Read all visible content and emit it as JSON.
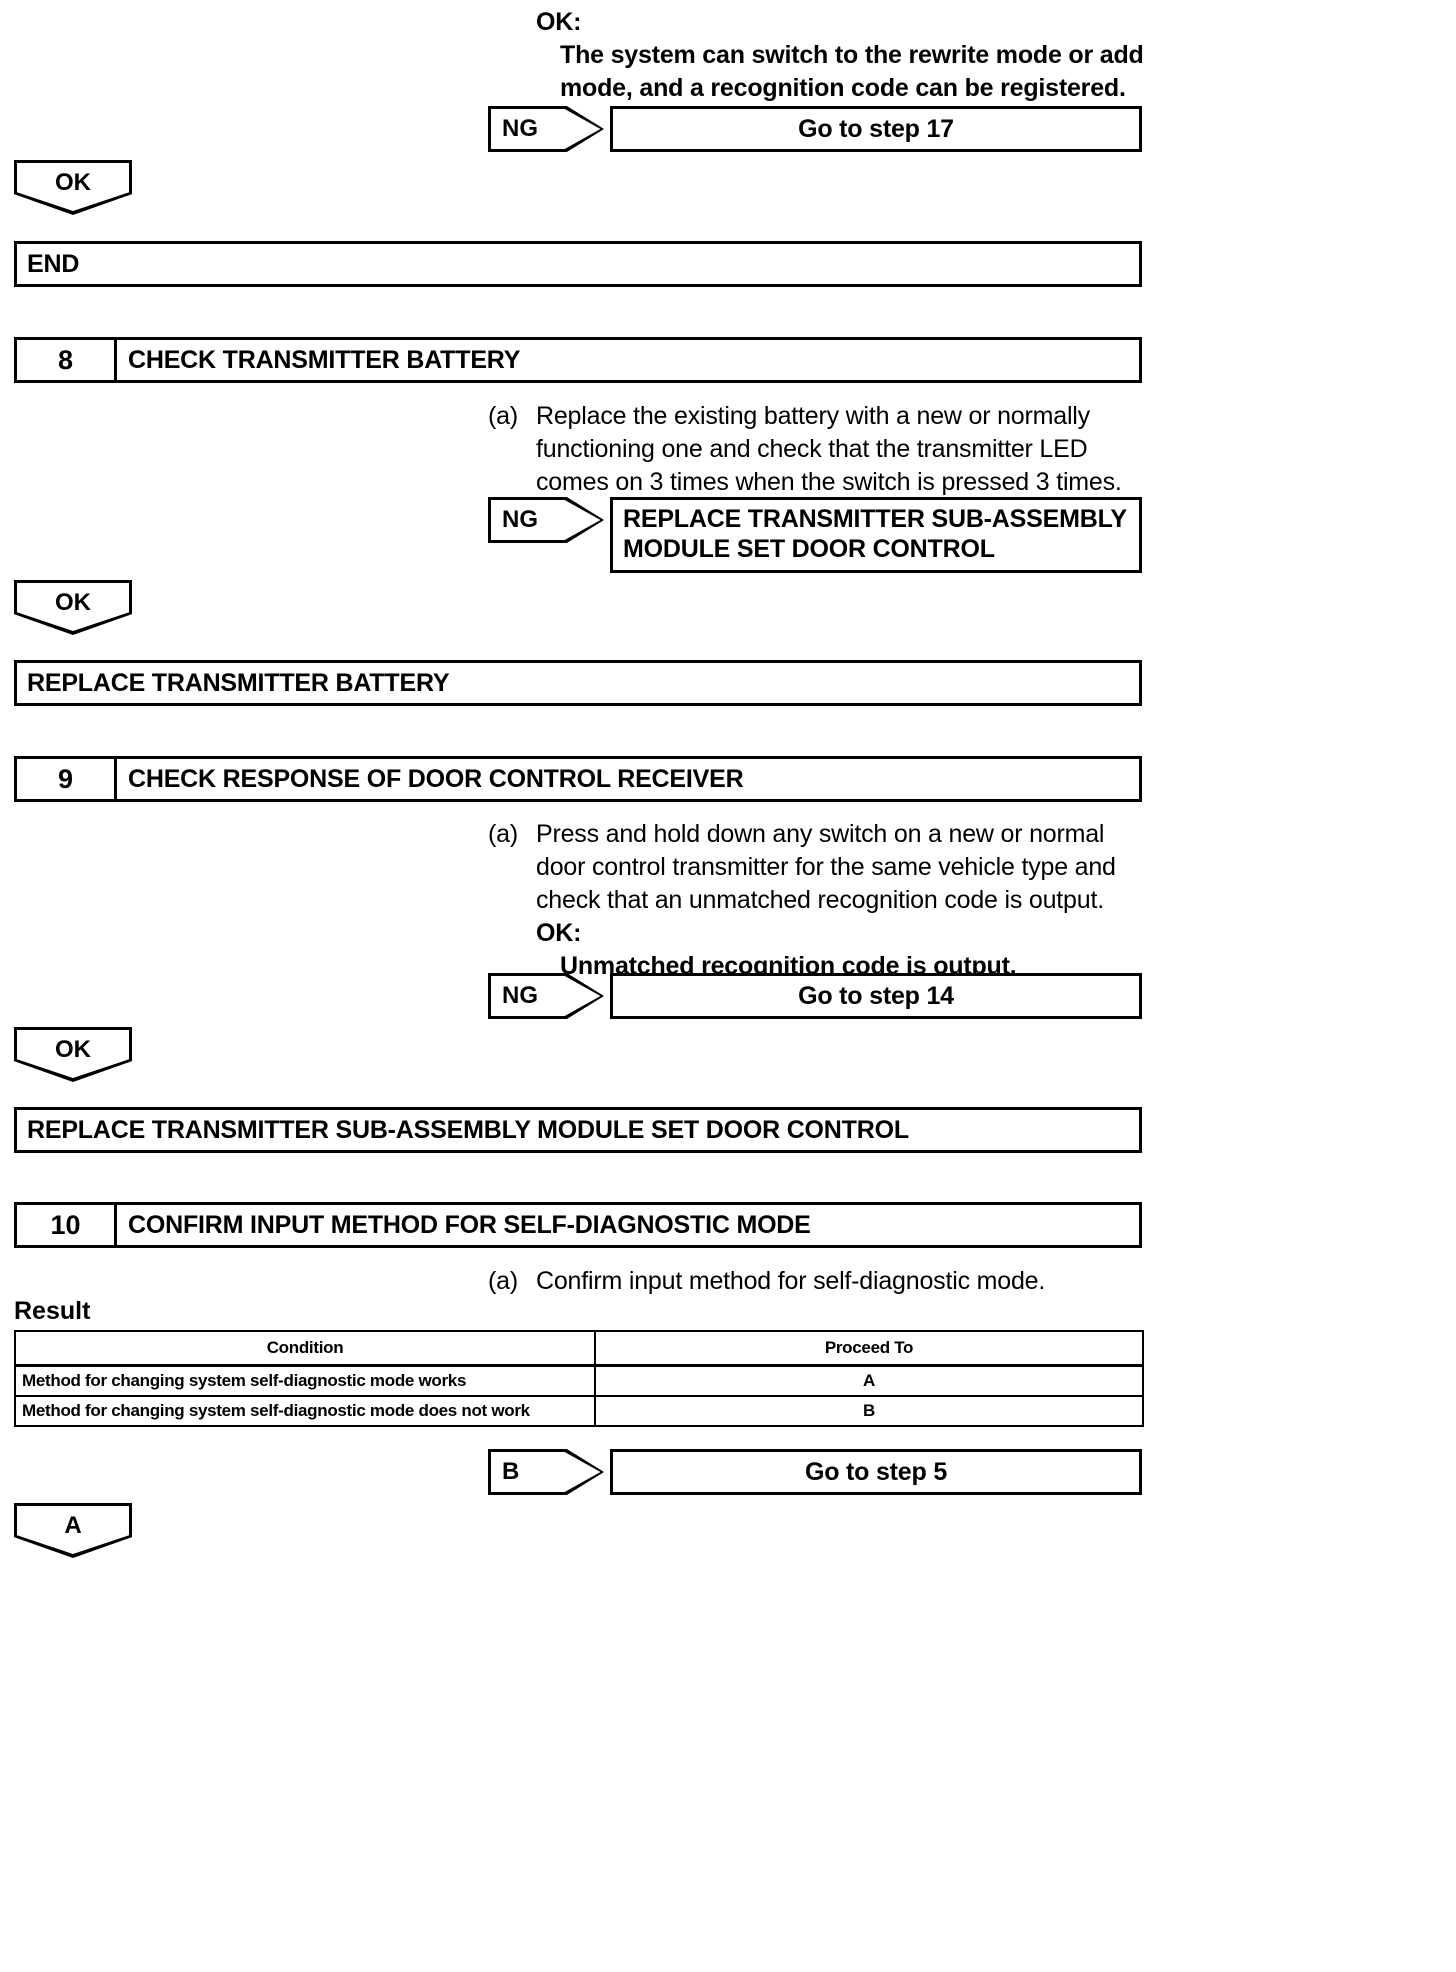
{
  "document": {
    "type": "diagnostic-flowchart",
    "colors": {
      "ink": "#000000",
      "paper": "#ffffff"
    }
  },
  "top_block": {
    "ok_heading": "OK:",
    "ok_lines": [
      "The system can switch to the rewrite mode or add",
      "mode, and a recognition code can be registered."
    ],
    "ng_label": "NG",
    "ng_target": "Go to step 17",
    "ok_label": "OK",
    "end_box": "END"
  },
  "step8": {
    "number": "8",
    "title": "CHECK TRANSMITTER BATTERY",
    "marker": "(a)",
    "lines": [
      "Replace the existing battery with a new or normally",
      "functioning one and check that the transmitter LED",
      "comes on 3 times when the switch is pressed 3 times."
    ],
    "ng_label": "NG",
    "ng_target_lines": [
      "REPLACE TRANSMITTER SUB-ASSEMBLY",
      "MODULE SET DOOR CONTROL"
    ],
    "ok_label": "OK",
    "result_box": "REPLACE TRANSMITTER BATTERY"
  },
  "step9": {
    "number": "9",
    "title": "CHECK RESPONSE OF DOOR CONTROL RECEIVER",
    "marker": "(a)",
    "lines": [
      "Press and hold down any switch on a new or normal",
      "door control transmitter for the same vehicle type and",
      "check that an unmatched recognition code is output."
    ],
    "ok_heading": "OK:",
    "ok_lines": [
      "Unmatched recognition code is output."
    ],
    "ng_label": "NG",
    "ng_target": "Go to step 14",
    "ok_label": "OK",
    "result_box": "REPLACE TRANSMITTER SUB-ASSEMBLY MODULE SET DOOR CONTROL"
  },
  "step10": {
    "number": "10",
    "title": "CONFIRM INPUT METHOD FOR SELF-DIAGNOSTIC MODE",
    "marker": "(a)",
    "lines": [
      "Confirm input method for self-diagnostic mode."
    ],
    "result_label": "Result",
    "table": {
      "headers": [
        "Condition",
        "Proceed To"
      ],
      "rows": [
        [
          "Method for changing system self-diagnostic mode works",
          "A"
        ],
        [
          "Method for changing system self-diagnostic mode does not work",
          "B"
        ]
      ]
    },
    "b_label": "B",
    "b_target": "Go to step 5",
    "a_label": "A"
  }
}
